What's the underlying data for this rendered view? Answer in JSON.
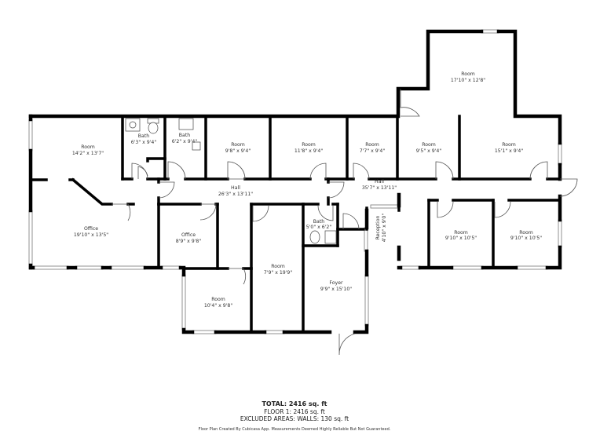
{
  "rooms": [
    {
      "id": "room-nw",
      "name": "Room",
      "dims": "14'2\" x 13'7\""
    },
    {
      "id": "bath-1",
      "name": "Bath",
      "dims": "6'3\" x 9'4\""
    },
    {
      "id": "bath-2",
      "name": "Bath",
      "dims": "6'2\" x 9'4\""
    },
    {
      "id": "room-a",
      "name": "Room",
      "dims": "9'8\" x 9'4\""
    },
    {
      "id": "room-b",
      "name": "Room",
      "dims": "11'8\" x 9'4\""
    },
    {
      "id": "room-c",
      "name": "Room",
      "dims": "7'7\" x 9'4\""
    },
    {
      "id": "room-d",
      "name": "Room",
      "dims": "9'5\" x 9'4\""
    },
    {
      "id": "room-e",
      "name": "Room",
      "dims": "15'1\" x 9'4\""
    },
    {
      "id": "room-top",
      "name": "Room",
      "dims": "17'10\" x 12'8\""
    },
    {
      "id": "hall-west",
      "name": "Hall",
      "dims": "26'3\" x 13'11\""
    },
    {
      "id": "hall-east",
      "name": "Hall",
      "dims": "35'7\" x 13'11\""
    },
    {
      "id": "office-large",
      "name": "Office",
      "dims": "19'10\" x 13'5\""
    },
    {
      "id": "office-small",
      "name": "Office",
      "dims": "8'9\" x 9'8\""
    },
    {
      "id": "room-sw",
      "name": "Room",
      "dims": "10'4\" x 9'8\""
    },
    {
      "id": "room-long",
      "name": "Room",
      "dims": "7'9\" x 19'9\""
    },
    {
      "id": "bath-3",
      "name": "Bath",
      "dims": "5'0\" x 6'2\""
    },
    {
      "id": "foyer",
      "name": "Foyer",
      "dims": "9'9\" x 15'10\""
    },
    {
      "id": "reception",
      "name": "Reception",
      "dims": "4'10\" x 9'0\""
    },
    {
      "id": "room-se1",
      "name": "Room",
      "dims": "9'10\" x 10'5\""
    },
    {
      "id": "room-se2",
      "name": "Room",
      "dims": "9'10\" x 10'5\""
    }
  ],
  "footer": {
    "total": "TOTAL: 2416 sq. ft",
    "floor": "FLOOR 1: 2416 sq. ft",
    "excluded": "EXCLUDED AREAS: WALLS: 130 sq. ft",
    "note": "Floor Plan Created By Cubicasa App. Measurements Deemed Highly Reliable But Not Guaranteed."
  }
}
